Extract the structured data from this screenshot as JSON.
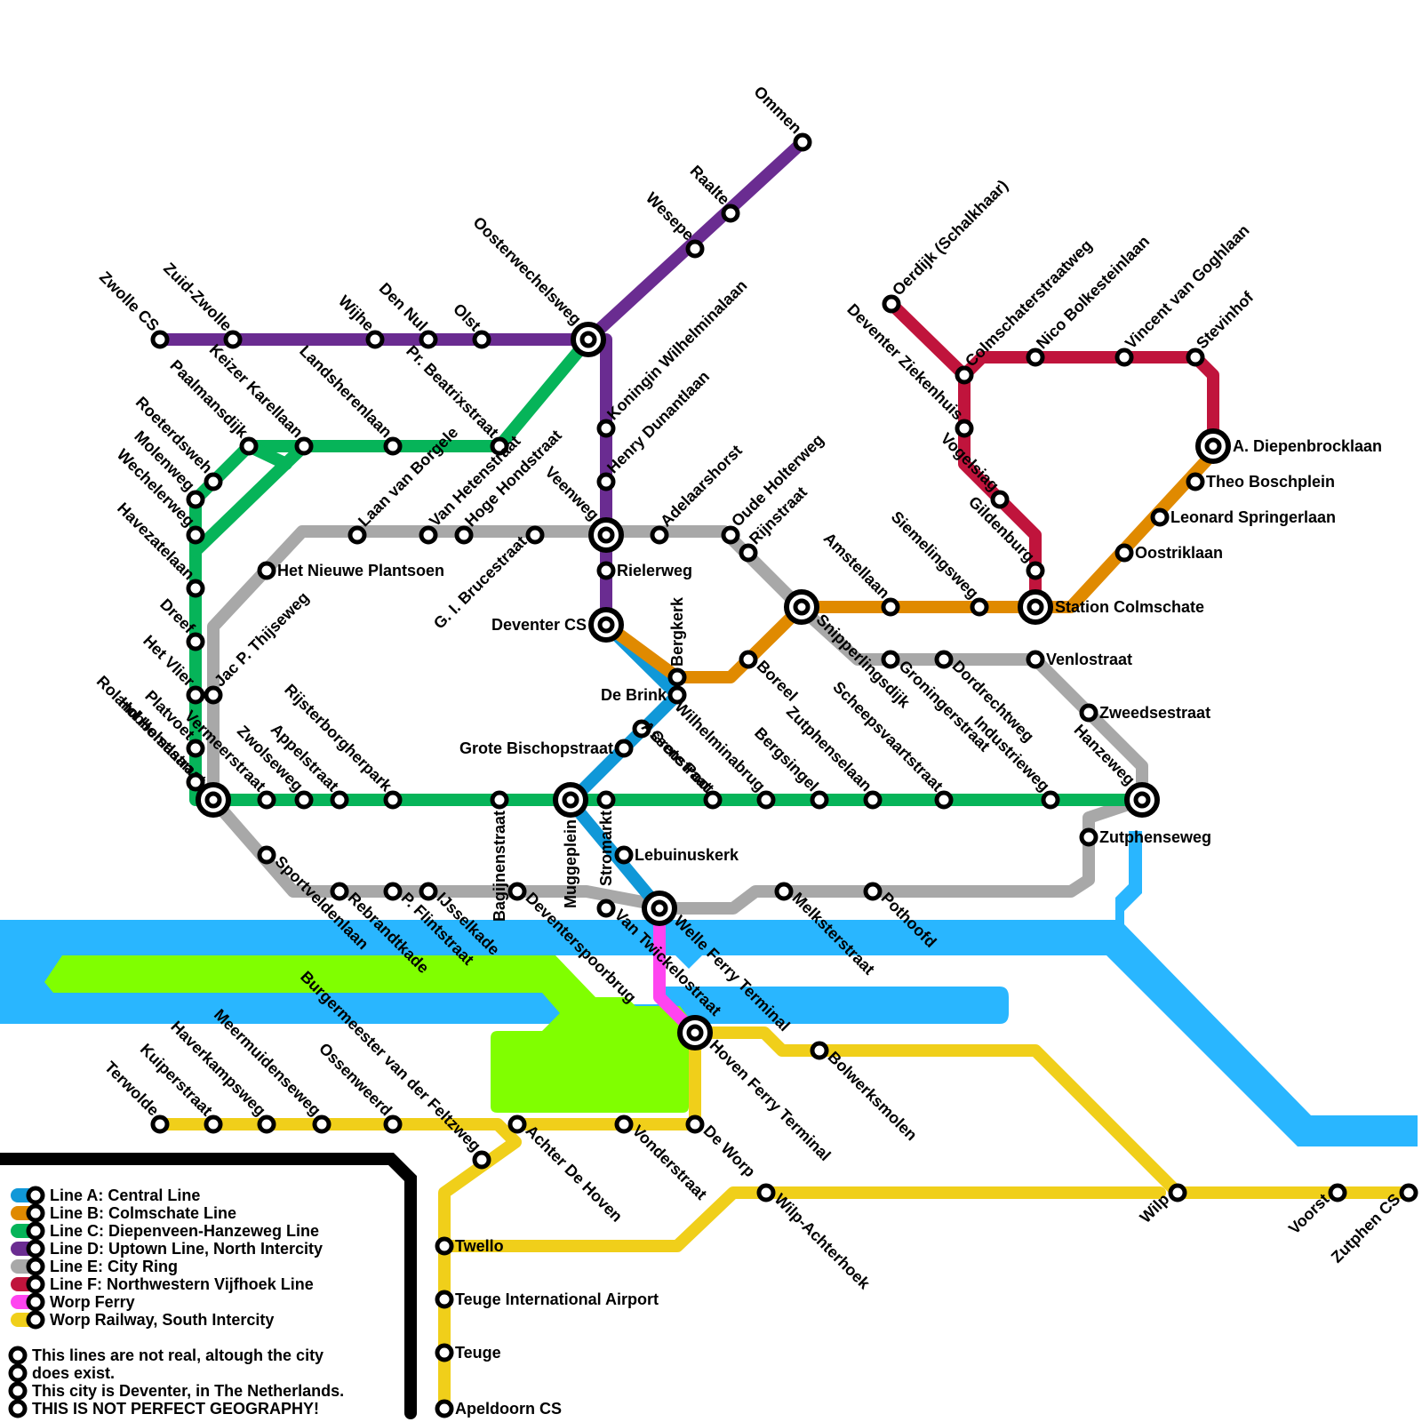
{
  "colors": {
    "line_a": "#1098d8",
    "line_b": "#e08a00",
    "line_c": "#06b459",
    "line_d": "#6a2c91",
    "line_e": "#a8a8a8",
    "line_f": "#c0143c",
    "ferry": "#ff44f0",
    "rail": "#f0cf1a",
    "water": "#29b6ff",
    "park": "#80ff00"
  },
  "legend": {
    "lines": [
      {
        "key": "line_a",
        "label": "Line A: Central Line"
      },
      {
        "key": "line_b",
        "label": "Line B: Colmschate Line"
      },
      {
        "key": "line_c",
        "label": "Line C: Diepenveen-Hanzeweg Line"
      },
      {
        "key": "line_d",
        "label": "Line D: Uptown Line, North Intercity"
      },
      {
        "key": "line_e",
        "label": "Line E: City Ring"
      },
      {
        "key": "line_f",
        "label": "Line F: Northwestern Vijfhoek Line"
      },
      {
        "key": "ferry",
        "label": "Worp Ferry"
      },
      {
        "key": "rail",
        "label": "Worp Railway, South Intercity"
      }
    ],
    "notes": [
      "This lines are not real, altough the city",
      "does exist.",
      "This city is Deventer, in The Netherlands.",
      "THIS IS NOT PERFECT GEOGRAPHY!"
    ]
  },
  "stations": [
    {
      "name": "Ommen"
    },
    {
      "name": "Raalte"
    },
    {
      "name": "Wesepe"
    },
    {
      "name": "Oosterwechelsweg"
    },
    {
      "name": "Zwolle CS"
    },
    {
      "name": "Zuid-Zwolle"
    },
    {
      "name": "Wijhe"
    },
    {
      "name": "Den Nul"
    },
    {
      "name": "Olst"
    },
    {
      "name": "Koningin Wilhelminalaan"
    },
    {
      "name": "Henry Dunantlaan"
    },
    {
      "name": "Veenweg"
    },
    {
      "name": "Paalmansdijk"
    },
    {
      "name": "Keizer Karellaan"
    },
    {
      "name": "Landsherenlaan"
    },
    {
      "name": "Pr. Beatrixstraat"
    },
    {
      "name": "Roeterdsweh"
    },
    {
      "name": "Molenweg"
    },
    {
      "name": "Wechelerweg"
    },
    {
      "name": "Havezatelaan"
    },
    {
      "name": "Laan van Borgele"
    },
    {
      "name": "Van Hetenstraat"
    },
    {
      "name": "Hoge Hondstraat"
    },
    {
      "name": "G. I. Brucestraat"
    },
    {
      "name": "Het Nieuwe Plantsoen"
    },
    {
      "name": "Jac P. Thijseweg"
    },
    {
      "name": "Dreef"
    },
    {
      "name": "Het Vlier"
    },
    {
      "name": "Platvoet"
    },
    {
      "name": "Hobbemastraat"
    },
    {
      "name": "Vermeerstraat"
    },
    {
      "name": "Roland Holstlaan"
    },
    {
      "name": "Zwolseweg"
    },
    {
      "name": "Appelstraat"
    },
    {
      "name": "Rijsterborgherpark"
    },
    {
      "name": "Bagijnenstraat"
    },
    {
      "name": "Muggeplein"
    },
    {
      "name": "Stromarkt"
    },
    {
      "name": "Deventer CS"
    },
    {
      "name": "Rielerweg"
    },
    {
      "name": "Adelaarshorst"
    },
    {
      "name": "Oude Holterweg"
    },
    {
      "name": "Rijnstraat"
    },
    {
      "name": "Bergkerk"
    },
    {
      "name": "De Brink"
    },
    {
      "name": "Grote Bischopstraat"
    },
    {
      "name": "Grote Poot"
    },
    {
      "name": "Lebuinuskerk"
    },
    {
      "name": "Assenstraat"
    },
    {
      "name": "Wilhelminabrug"
    },
    {
      "name": "Bergsingel"
    },
    {
      "name": "Zutphenselaan"
    },
    {
      "name": "Boreel"
    },
    {
      "name": "Amstellaan"
    },
    {
      "name": "Siemelingsweg"
    },
    {
      "name": "Snipperlingsdijk"
    },
    {
      "name": "Groningerstraat"
    },
    {
      "name": "Scheepsvaartstraat"
    },
    {
      "name": "Dordrechtweg"
    },
    {
      "name": "Industrieweg"
    },
    {
      "name": "Hanzeweg"
    },
    {
      "name": "Venlostraat"
    },
    {
      "name": "Zweedsestraat"
    },
    {
      "name": "Zutphenseweg"
    },
    {
      "name": "Oerdijk (Schalkhaar)"
    },
    {
      "name": "Colmschaterstraatweg"
    },
    {
      "name": "Nico Bolkesteinlaan"
    },
    {
      "name": "Vincent van Goghlaan"
    },
    {
      "name": "Stevinhof"
    },
    {
      "name": "Deventer Ziekenhuis"
    },
    {
      "name": "Vogelsiag"
    },
    {
      "name": "Gildenburg"
    },
    {
      "name": "A. Diepenbrocklaan"
    },
    {
      "name": "Theo Boschplein"
    },
    {
      "name": "Leonard Springerlaan"
    },
    {
      "name": "Oostriklaan"
    },
    {
      "name": "Station Colmschate"
    },
    {
      "name": "Sportveldenlaan"
    },
    {
      "name": "Rebrandtkade"
    },
    {
      "name": "P. Flintstraat"
    },
    {
      "name": "IJsselkade"
    },
    {
      "name": "Deventerspoorbrug"
    },
    {
      "name": "Van Twickelostraat"
    },
    {
      "name": "Welle Ferry Terminal"
    },
    {
      "name": "Melksterstraat"
    },
    {
      "name": "Pothoofd"
    },
    {
      "name": "Hoven Ferry Terminal"
    },
    {
      "name": "Bolwerksmolen"
    },
    {
      "name": "Burgermeester van der Feltzweg"
    },
    {
      "name": "Ossenweerd"
    },
    {
      "name": "Meermuidenseweg"
    },
    {
      "name": "Haverkampsweg"
    },
    {
      "name": "Kuiperstraat"
    },
    {
      "name": "Terwolde"
    },
    {
      "name": "Achter De Hoven"
    },
    {
      "name": "Vonderstraat"
    },
    {
      "name": "De Worp"
    },
    {
      "name": "Wilp-Achterhoek"
    },
    {
      "name": "Wilp"
    },
    {
      "name": "Voorst"
    },
    {
      "name": "Zutphen CS"
    },
    {
      "name": "Twello"
    },
    {
      "name": "Teuge International Airport"
    },
    {
      "name": "Teuge"
    },
    {
      "name": "Apeldoorn CS"
    }
  ]
}
